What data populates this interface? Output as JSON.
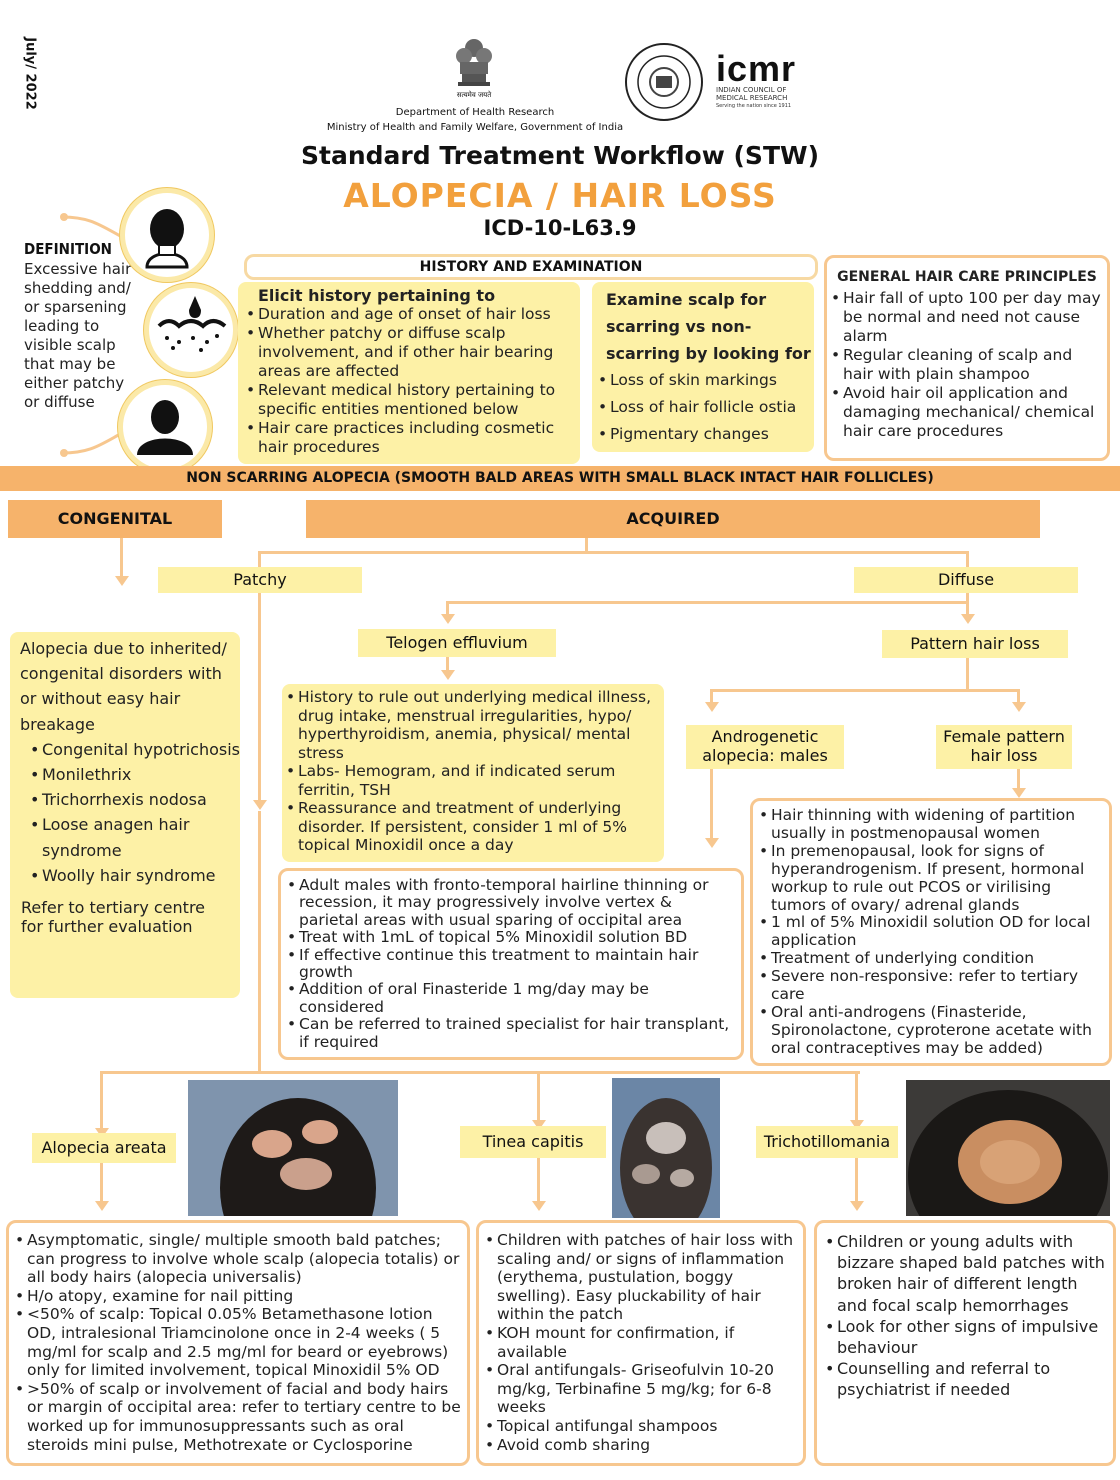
{
  "header": {
    "date": "July/ 2022",
    "dept_line1": "Department of Health Research",
    "dept_line2": "Ministry of Health and Family Welfare, Government of India",
    "emblem_caption": "सत्यमेव जयते",
    "icmr_logo": "icmr",
    "icmr_sub1": "INDIAN COUNCIL OF",
    "icmr_sub2": "MEDICAL RESEARCH",
    "icmr_tag": "Serving the nation since 1911",
    "stw": "Standard Treatment Workflow (STW)",
    "title": "ALOPECIA / HAIR LOSS",
    "icd": "ICD-10-L63.9"
  },
  "definition": {
    "title": "DEFINITION",
    "text": "Excessive hair shedding and/ or sparsening leading to visible scalp that may be either patchy or diffuse"
  },
  "history": {
    "heading": "HISTORY AND EXAMINATION",
    "elicit_title": "Elicit history pertaining to",
    "elicit_items": [
      "Duration and age of onset of hair loss",
      "Whether patchy or diffuse scalp involvement, and if other hair bearing areas are affected",
      "Relevant medical history pertaining to specific entities mentioned below",
      "Hair care practices including cosmetic hair procedures"
    ],
    "examine_title": "Examine scalp for scarring vs non-scarring by looking for",
    "examine_items": [
      "Loss of skin markings",
      "Loss of hair follicle ostia",
      "Pigmentary changes"
    ]
  },
  "general": {
    "heading": "GENERAL HAIR CARE PRINCIPLES",
    "items": [
      "Hair fall of upto 100 per day may be normal and need not cause alarm",
      "Regular cleaning of scalp and hair with plain shampoo",
      "Avoid hair oil application and damaging mechanical/ chemical hair care procedures"
    ]
  },
  "non_scarring_bar": "NON SCARRING ALOPECIA (SMOOTH BALD AREAS WITH SMALL BLACK INTACT HAIR FOLLICLES)",
  "congenital": {
    "label": "CONGENITAL",
    "intro": "Alopecia due to inherited/ congenital disorders with or without easy hair breakage",
    "items": [
      "Congenital hypotrichosis",
      "Monilethrix",
      "Trichorrhexis nodosa",
      "Loose anagen hair syndrome",
      "Woolly hair syndrome"
    ],
    "refer": "Refer to tertiary centre for further evaluation"
  },
  "acquired": {
    "label": "ACQUIRED",
    "patchy": "Patchy",
    "diffuse": "Diffuse",
    "telogen": "Telogen effluvium",
    "pattern": "Pattern hair loss",
    "telogen_items": [
      "History to rule out underlying medical illness, drug intake, menstrual irregularities, hypo/ hyperthyroidism, anemia, physical/ mental stress",
      "Labs- Hemogram, and if indicated serum ferritin, TSH",
      "Reassurance and treatment of underlying disorder. If persistent, consider 1 ml of 5% topical Minoxidil once a day"
    ],
    "andro_label": "Androgenetic alopecia: males",
    "female_label": "Female pattern hair loss",
    "andro_items": [
      "Adult males with fronto-temporal hairline thinning or recession, it may progressively involve vertex & parietal areas with usual sparing of occipital area",
      "Treat with 1mL of topical 5% Minoxidil solution BD",
      "If effective continue this treatment to maintain hair growth",
      "Addition of oral Finasteride 1 mg/day may be considered",
      "Can be referred to trained specialist for hair transplant, if required"
    ],
    "female_items": [
      "Hair thinning with widening of partition usually in postmenopausal women",
      "In premenopausal, look for signs of hyperandrogenism. If present, hormonal workup to rule out PCOS or virilising tumors of ovary/ adrenal glands",
      "1 ml of 5% Minoxidil solution OD for local application",
      "Treatment of underlying condition",
      "Severe non-responsive: refer to tertiary care",
      "Oral anti-androgens (Finasteride, Spironolactone, cyproterone acetate with oral contraceptives may be added)"
    ]
  },
  "bottom": {
    "areata_label": "Alopecia areata",
    "tinea_label": "Tinea capitis",
    "tricho_label": "Trichotillomania",
    "areata_items": [
      "Asymptomatic, single/ multiple smooth bald patches; can progress to involve whole scalp (alopecia totalis) or all body hairs (alopecia universalis)",
      "H/o atopy, examine for nail pitting",
      "<50% of scalp: Topical 0.05% Betamethasone lotion OD, intralesional Triamcinolone once in 2-4 weeks ( 5 mg/ml for scalp and 2.5 mg/ml for beard or eyebrows) only for limited involvement, topical Minoxidil 5% OD",
      ">50% of scalp or involvement of facial and body hairs or margin of occipital area: refer to tertiary centre to be worked up for immunosuppressants such as oral steroids mini pulse, Methotrexate or Cyclosporine"
    ],
    "tinea_items": [
      "Children with patches of hair loss with scaling and/ or signs of inflammation (erythema, pustulation, boggy swelling). Easy pluckability of hair within the patch",
      "KOH mount for confirmation, if available",
      "Oral antifungals- Griseofulvin 10-20 mg/kg, Terbinafine 5 mg/kg; for 6-8 weeks",
      "Topical antifungal shampoos",
      "Avoid comb sharing"
    ],
    "tricho_items": [
      "Children or young adults with bizzare shaped bald patches with broken hair of different length and focal scalp hemorrhages",
      "Look for other signs of impulsive behaviour",
      "Counselling and referral to psychiatrist if needed"
    ]
  },
  "colors": {
    "accent": "#f2a03d",
    "bar": "#f6b36b",
    "yellow": "#fdf1a6",
    "border": "#f7c78f"
  }
}
